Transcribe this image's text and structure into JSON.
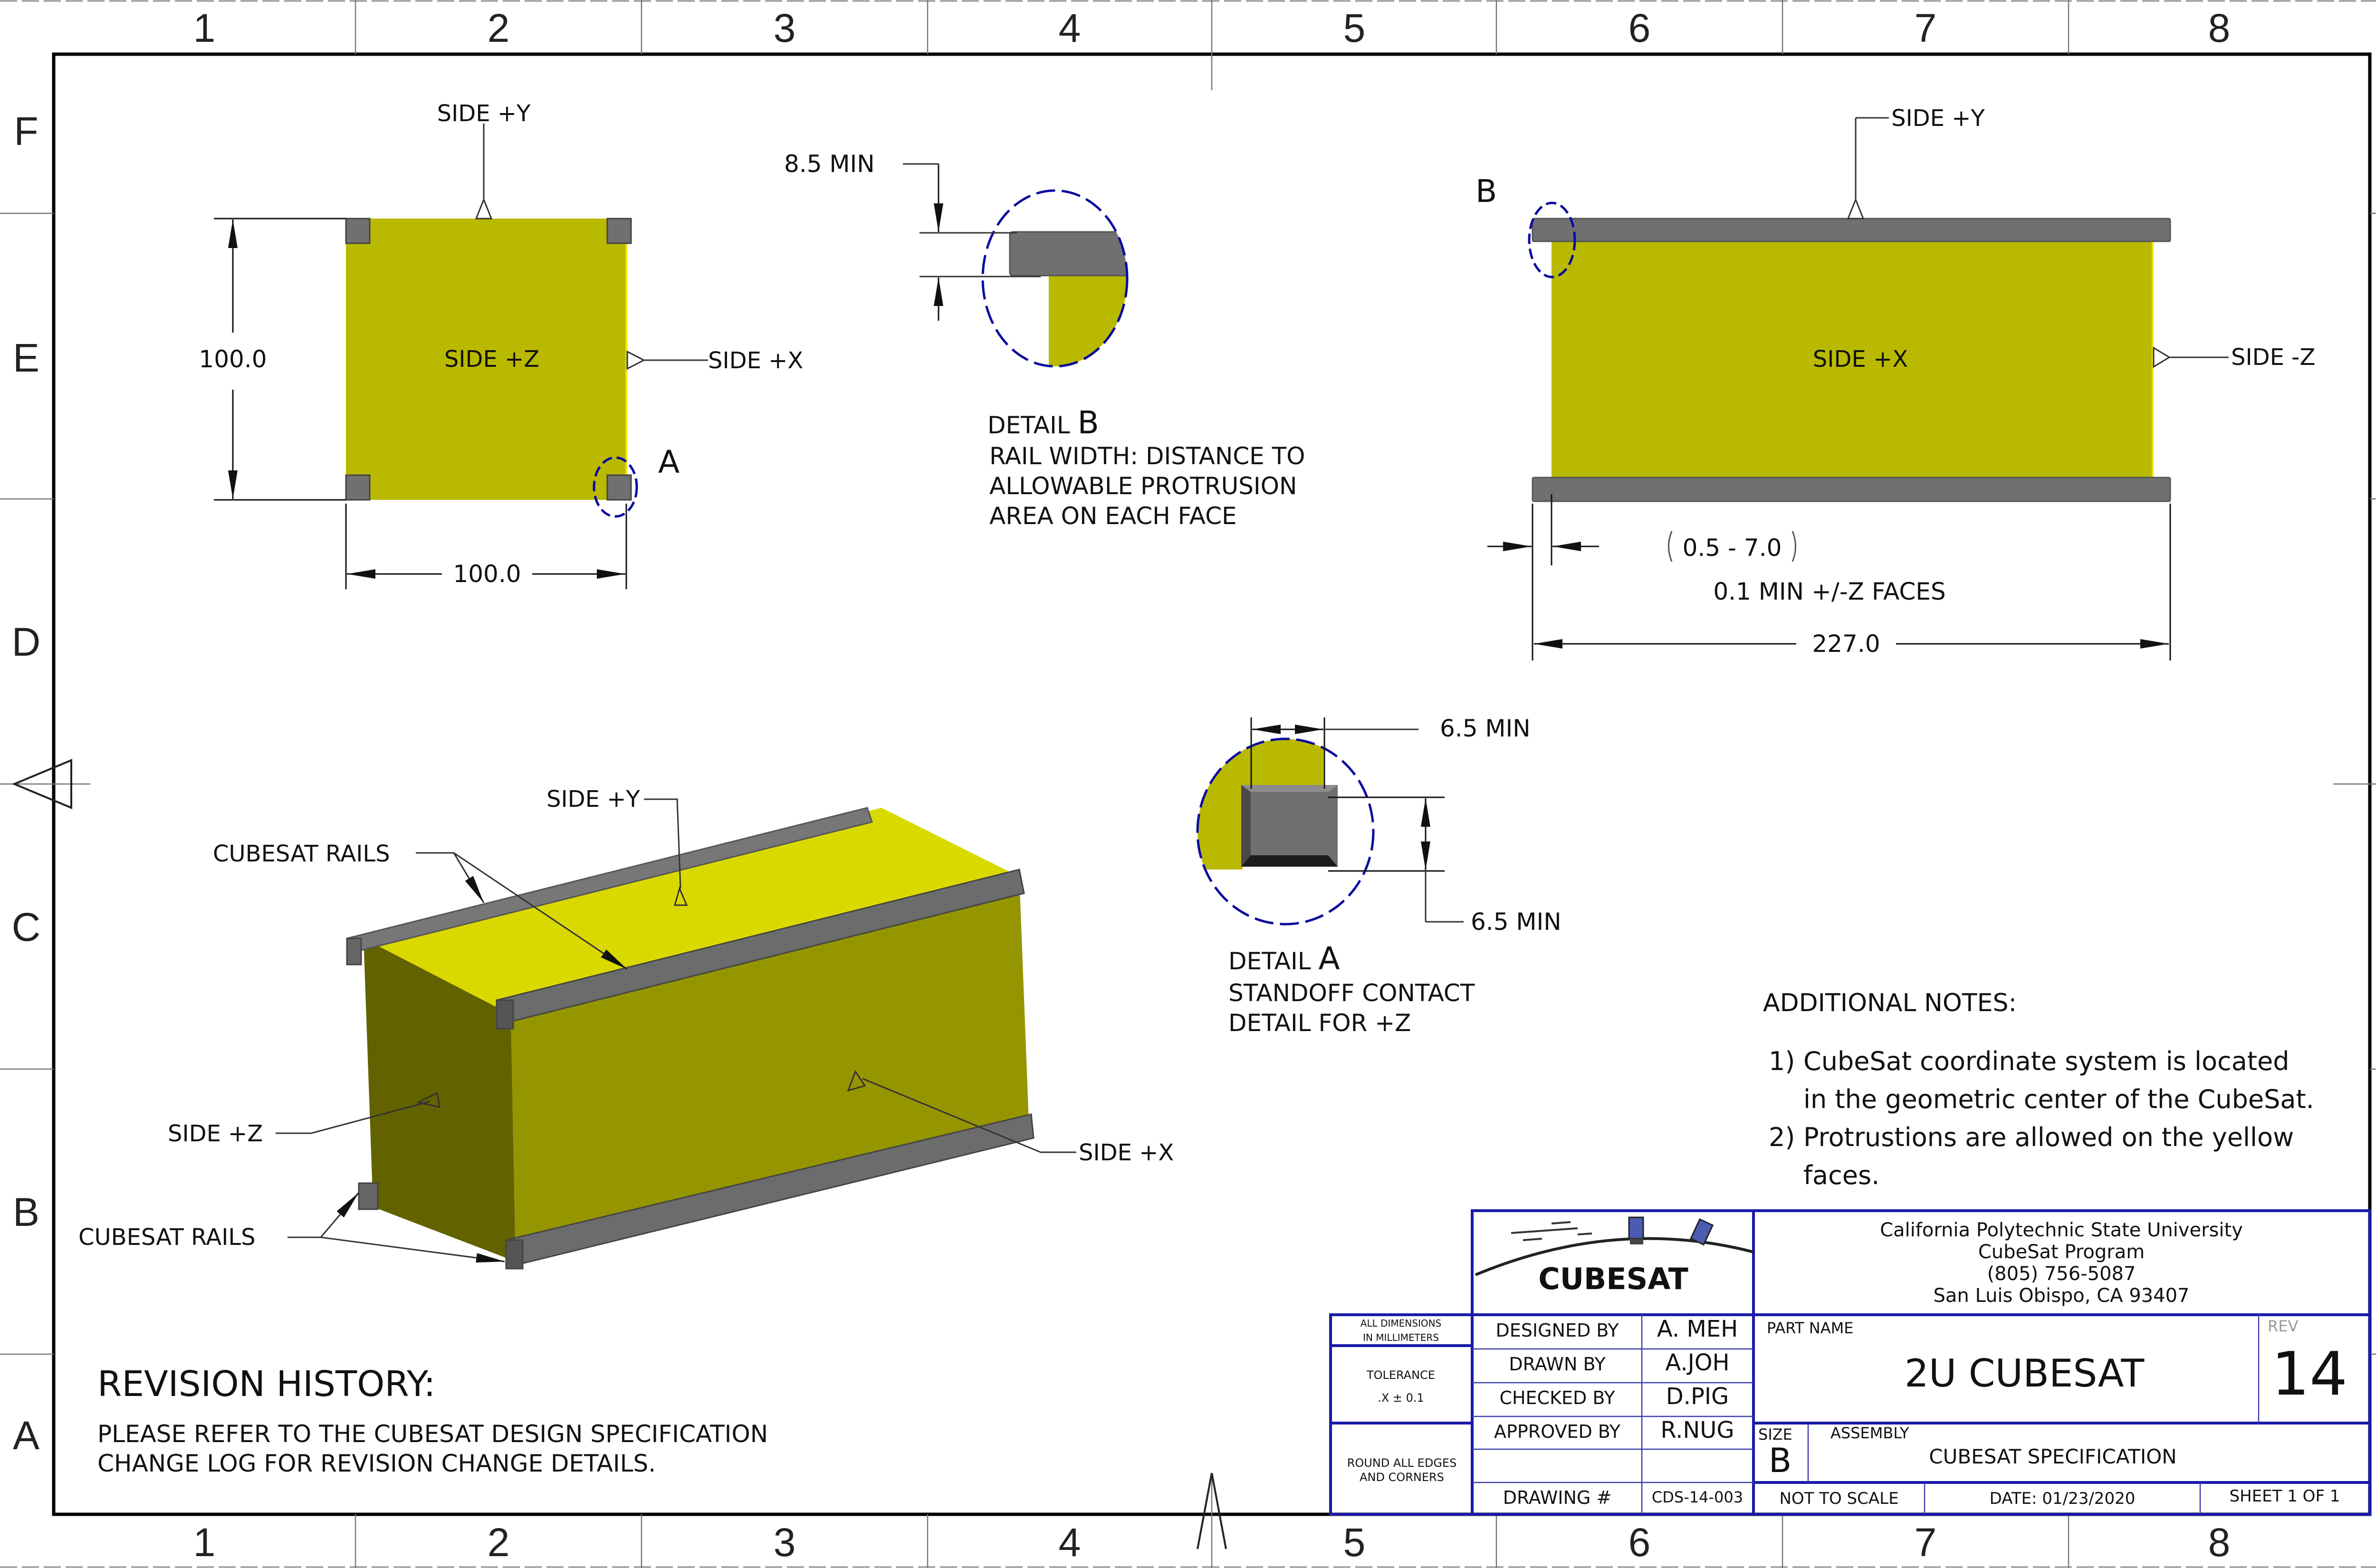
{
  "sheet": {
    "zones": {
      "columns": [
        "1",
        "2",
        "3",
        "4",
        "5",
        "6",
        "7",
        "8"
      ],
      "rows": [
        "F",
        "E",
        "D",
        "C",
        "B",
        "A"
      ]
    },
    "colors": {
      "face_yellow": "#b9b900",
      "face_bright": "#d9d900",
      "face_dark": "#626200",
      "face_mid": "#959500",
      "rail_gray": "#707070",
      "titleblock_blue": "#1a1aa8",
      "detail_circle_blue": "#0b0b9e"
    }
  },
  "front_view": {
    "label_top": "SIDE +Y",
    "label_center": "SIDE +Z",
    "label_right": "SIDE +X",
    "dim_height": "100.0",
    "dim_width": "100.0",
    "detail_callout": "A"
  },
  "detail_b": {
    "dimension": "8.5  MIN",
    "title_prefix": "DETAIL",
    "title_letter": "B",
    "lines": [
      "RAIL WIDTH: DISTANCE TO",
      "ALLOWABLE PROTRUSION",
      "AREA ON EACH FACE"
    ]
  },
  "side_view": {
    "detail_callout": "B",
    "label_top": "SIDE +Y",
    "label_center": "SIDE +X",
    "label_right": "SIDE -Z",
    "dim_range": "0.5 - 7.0",
    "dim_note": "0.1 MIN +/-Z FACES",
    "dim_length": "227.0"
  },
  "detail_a": {
    "dim_width": "6.5  MIN",
    "dim_height": "6.5  MIN",
    "title_prefix": "DETAIL",
    "title_letter": "A",
    "lines": [
      "STANDOFF CONTACT",
      "DETAIL FOR +Z"
    ]
  },
  "iso_view": {
    "label_top": "SIDE +Y",
    "label_rails_top": "CUBESAT RAILS",
    "label_side_z": "SIDE +Z",
    "label_side_x": "SIDE +X",
    "label_rails_bottom": "CUBESAT RAILS"
  },
  "notes": {
    "heading": "ADDITIONAL NOTES:",
    "items": [
      {
        "num": "1)",
        "line1": "CubeSat coordinate system is located",
        "line2": "in the geometric center of the CubeSat."
      },
      {
        "num": "2)",
        "line1": "Protrustions are allowed on the yellow",
        "line2": "faces."
      }
    ]
  },
  "revision_history": {
    "heading": "REVISION HISTORY:",
    "lines": [
      "PLEASE REFER TO THE CUBESAT DESIGN SPECIFICATION",
      "CHANGE LOG FOR REVISION CHANGE DETAILS."
    ]
  },
  "title_block": {
    "logo_text": "CUBESAT",
    "org_lines": [
      "California Polytechnic State University",
      "CubeSat Program",
      "(805) 756-5087",
      "San Luis Obispo, CA 93407"
    ],
    "all_dims_line1": "ALL DIMENSIONS",
    "all_dims_line2": "IN MILLIMETERS",
    "tolerance_label": "TOLERANCE",
    "tolerance_value": ".X ± 0.1",
    "round_line1": "ROUND ALL EDGES",
    "round_line2": "AND CORNERS",
    "signoffs": [
      {
        "role": "DESIGNED BY",
        "name": "A. MEH"
      },
      {
        "role": "DRAWN BY",
        "name": "A.JOH"
      },
      {
        "role": "CHECKED BY",
        "name": "D.PIG"
      },
      {
        "role": "APPROVED BY",
        "name": "R.NUG"
      }
    ],
    "drawing_label": "DRAWING #",
    "drawing_number": "CDS-14-003",
    "part_name_label": "PART NAME",
    "part_name": "2U CUBESAT",
    "rev_label": "REV",
    "rev": "14",
    "size_label": "SIZE",
    "size": "B",
    "assembly_label": "ASSEMBLY",
    "assembly": "CUBESAT SPECIFICATION",
    "scale": "NOT TO SCALE",
    "date": "DATE:  01/23/2020",
    "sheet": "SHEET 1 OF  1"
  }
}
